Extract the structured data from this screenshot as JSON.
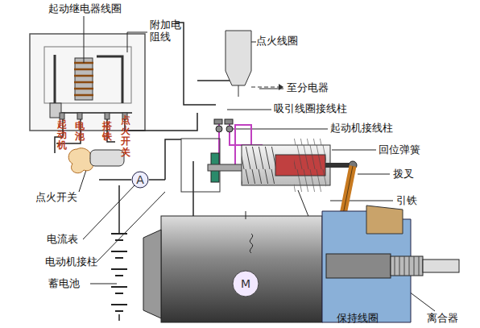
{
  "diagram": {
    "nodes": [
      {
        "text": [
          "A"
        ]
      },
      {
        "text": [
          "M"
        ]
      }
    ],
    "labels": [
      "起动继电器线圈",
      "附加电阻线",
      "点火线圈",
      "至分电器",
      "吸引线圈接线柱",
      "起动机接线柱",
      "回位弹簧",
      "拨叉",
      "引铁",
      "起动机",
      "电池",
      "搭铁",
      "点火开关",
      "点火开关",
      "电流表",
      "电动机接柱",
      "蓄电池",
      "保持线圈",
      "离合器"
    ]
  }
}
